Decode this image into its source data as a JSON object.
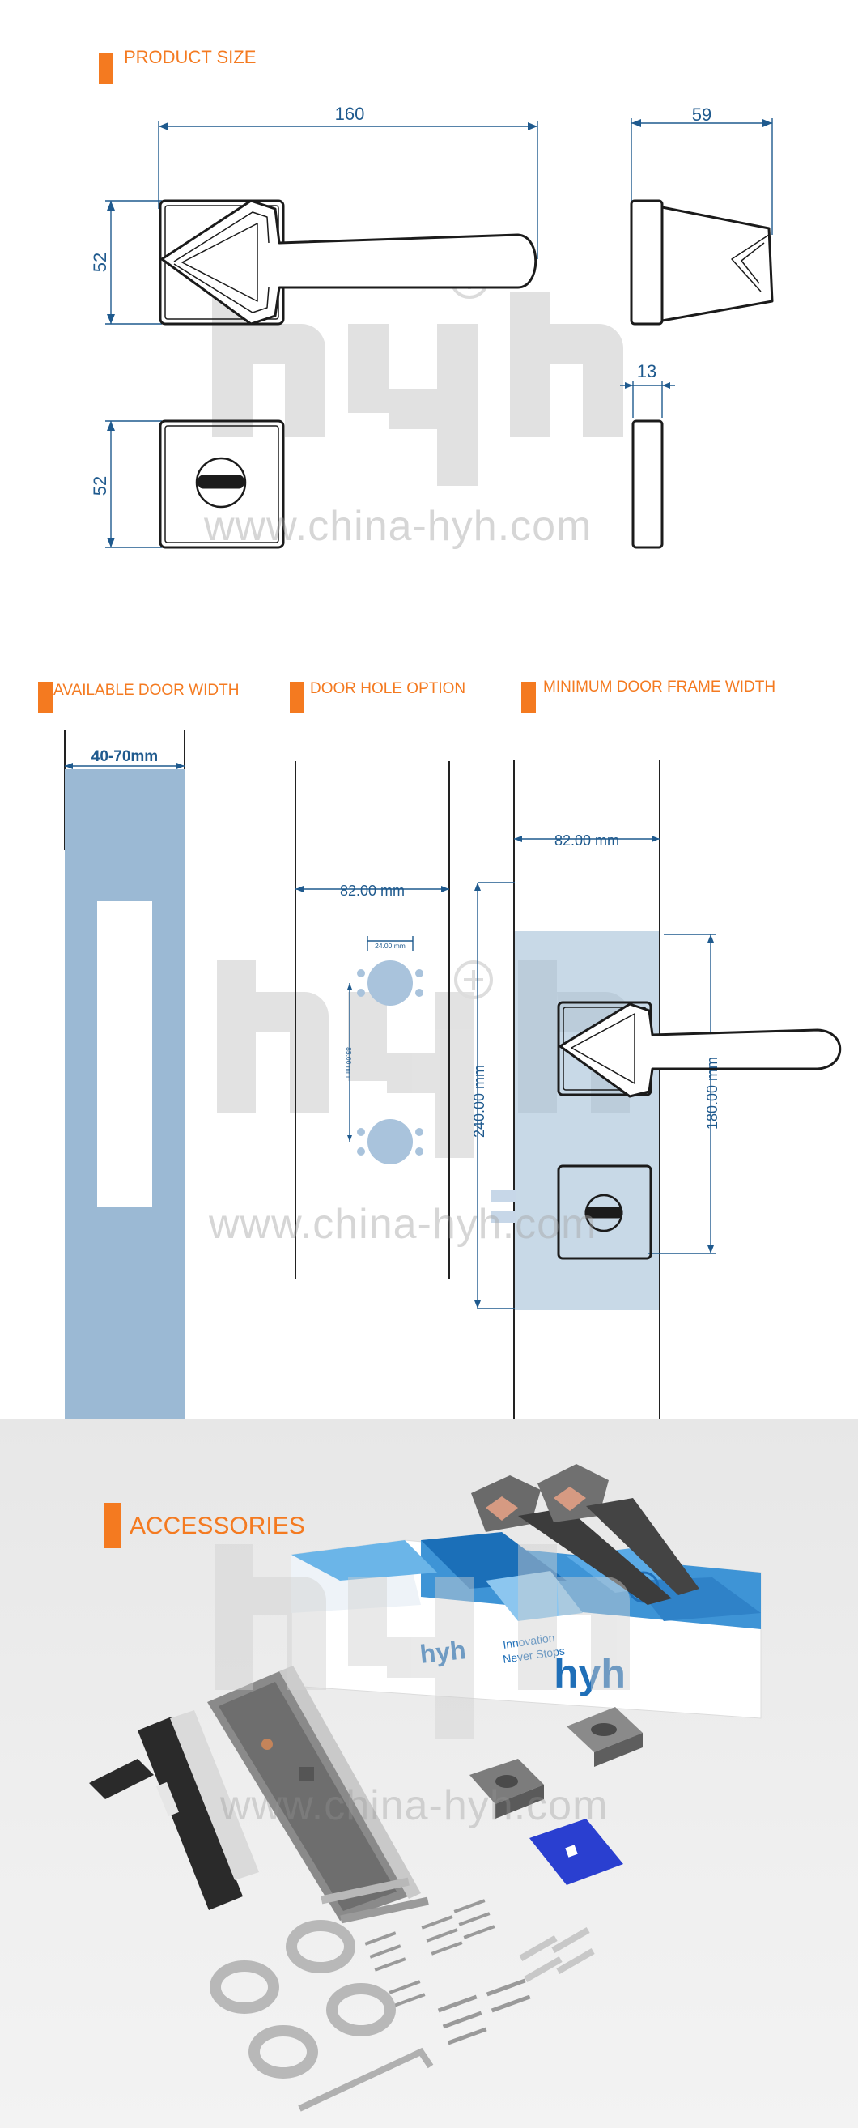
{
  "sections": {
    "product_size": {
      "title": "PRODUCT SIZE"
    },
    "door_width": {
      "title": "AVAILABLE DOOR WIDTH"
    },
    "door_hole": {
      "title": "DOOR HOLE OPTION"
    },
    "min_frame": {
      "title": "MINIMUM DOOR FRAME WIDTH"
    },
    "accessories": {
      "title": "ACCESSORIES"
    }
  },
  "dimensions": {
    "length": "160",
    "depth": "59",
    "handle_rose": "52",
    "escutcheon": "52",
    "rose_thickness": "13",
    "door_width": "40-70mm",
    "hole_spacing": "82.00 mm",
    "hole_diameter": "24.00 mm",
    "hole_center": "85.00 mm",
    "frame_spacing": "82.00 mm",
    "panel_height": "240.00 mm",
    "handle_height": "180.00 mm"
  },
  "watermark": {
    "logo": "hyh",
    "url": "www.china-hyh.com"
  },
  "box": {
    "brand": "hyh",
    "tagline_1": "Innovation",
    "tagline_2": "Never Stops"
  },
  "colors": {
    "accent": "#f47a20",
    "dimension": "#1f5a8e",
    "panel": "#9bb9d4",
    "watermark": "#bdbdbd"
  }
}
